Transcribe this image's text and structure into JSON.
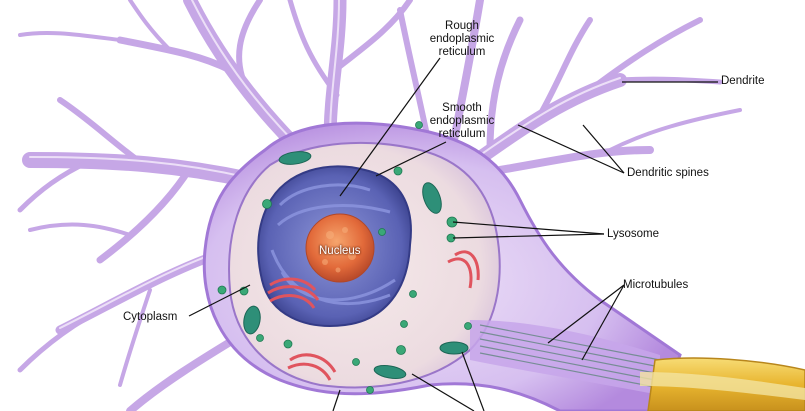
{
  "labels": {
    "rough_er": [
      "Rough",
      "endoplasmic",
      "reticulum"
    ],
    "smooth_er": [
      "Smooth",
      "endoplasmic",
      "reticulum"
    ],
    "dendrite": "Dendrite",
    "dendritic_spines": "Dendritic spines",
    "lysosome": "Lysosome",
    "microtubules": "Microtubules",
    "cytoplasm": "Cytoplasm",
    "nucleus": "Nucleus"
  },
  "colors": {
    "membrane": "#b98ee3",
    "cell_body": "#d9c3ef",
    "cytoplasm": "#efe0e6",
    "nucleus_envelope": "#4e56a8",
    "nucleolus": "#e5763e",
    "mitochondria": "#2e8f78",
    "lysosome": "#3aa877",
    "golgi": "#e0545e",
    "myelin": "#e9b93a",
    "leader_line": "#111111"
  }
}
